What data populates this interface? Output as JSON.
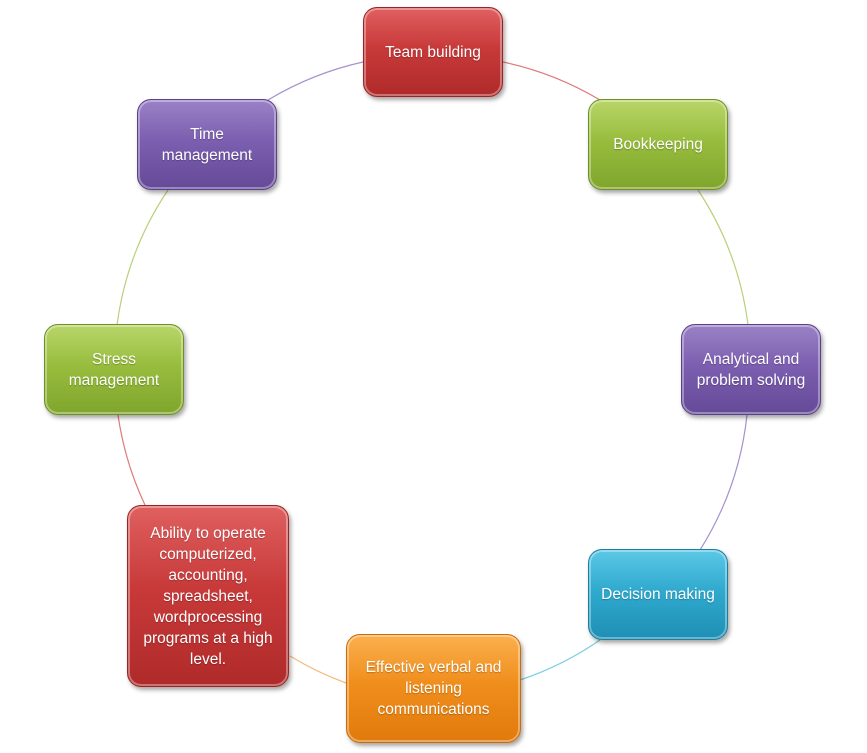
{
  "nodes": {
    "team_building": "Team building",
    "bookkeeping": "Bookkeeping",
    "analytical": "Analytical and problem solving",
    "decision": "Decision making",
    "effective": "Effective verbal and listening communications",
    "ability": "Ability to operate computerized, accounting, spreadsheet, wordprocessing programs at a high level.",
    "stress": "Stress management",
    "time": "Time management"
  },
  "colors": {
    "red": "#c83a3a",
    "green": "#98bd3e",
    "purple": "#7c5fb0",
    "blue": "#30aacf",
    "orange": "#f08e1c"
  }
}
